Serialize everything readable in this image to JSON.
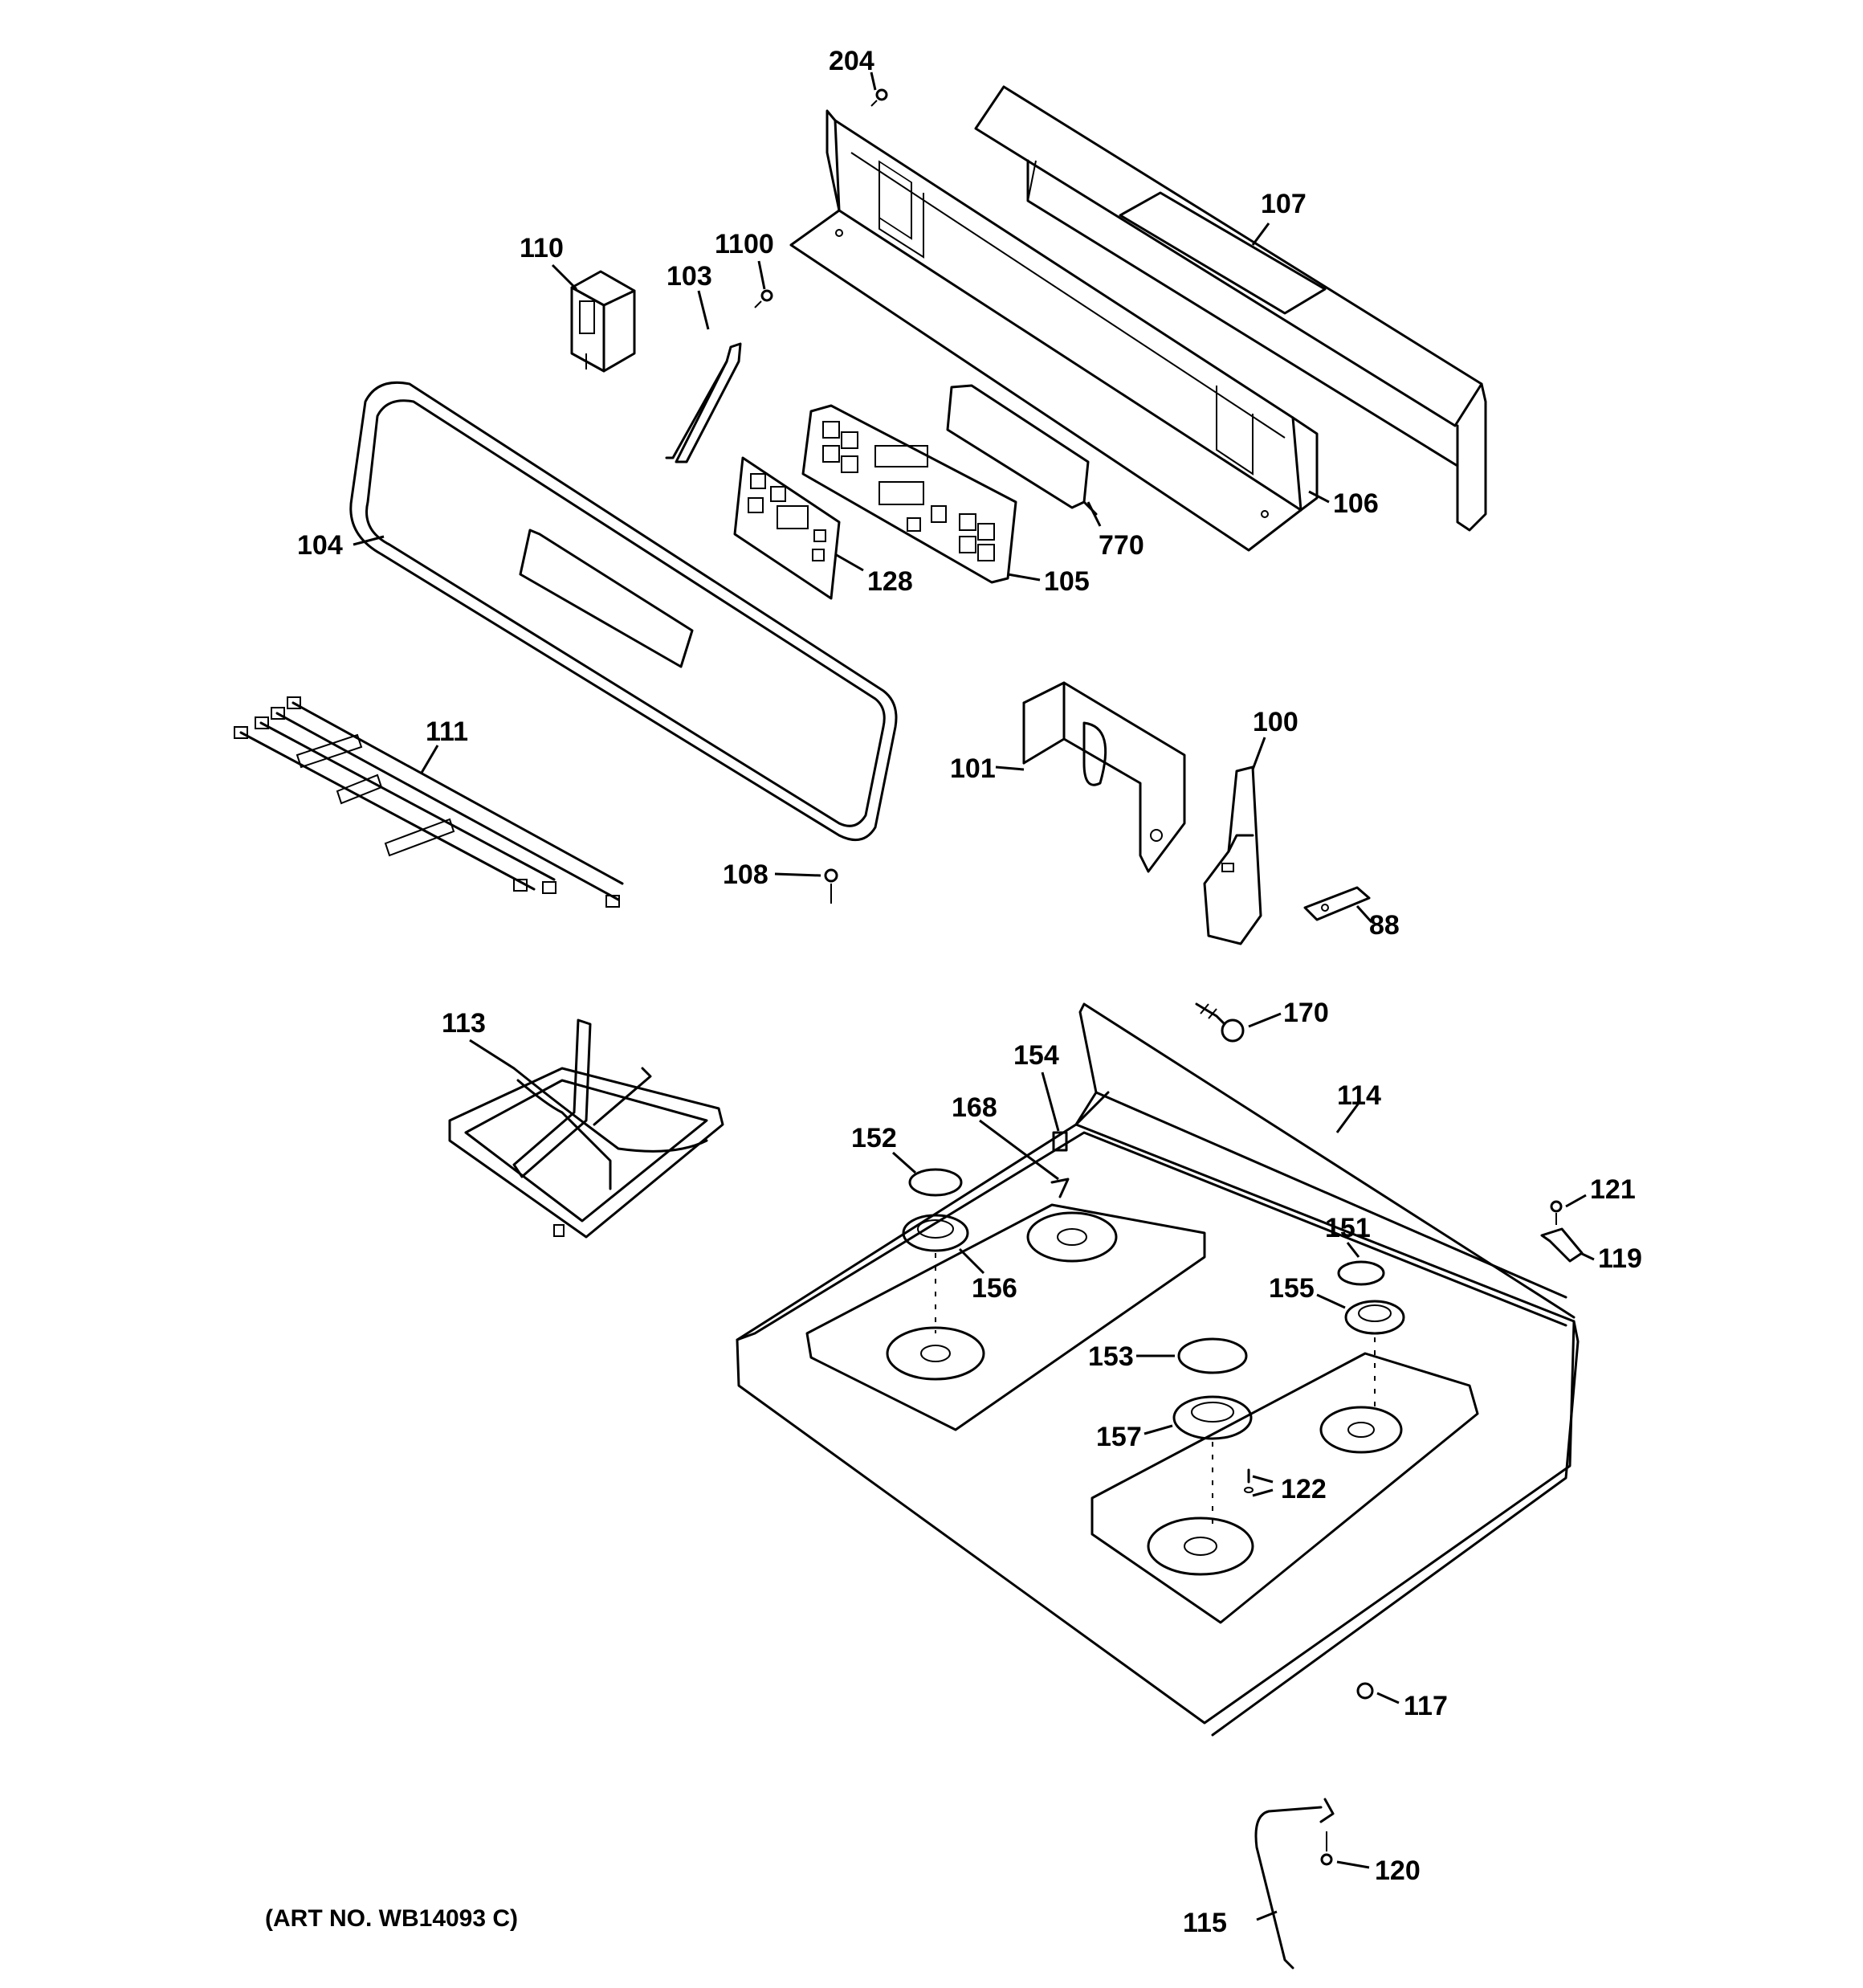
{
  "labels": {
    "p204": "204",
    "p107": "107",
    "p110": "110",
    "p1100": "1100",
    "p103": "103",
    "p104": "104",
    "p128": "128",
    "p105": "105",
    "p770": "770",
    "p106": "106",
    "p111": "111",
    "p101": "101",
    "p100": "100",
    "p108": "108",
    "p88": "88",
    "p113": "113",
    "p170": "170",
    "p154": "154",
    "p114": "114",
    "p168": "168",
    "p152": "152",
    "p121": "121",
    "p151": "151",
    "p156": "156",
    "p119": "119",
    "p155": "155",
    "p153": "153",
    "p157": "157",
    "p122": "122",
    "p117": "117",
    "p120": "120",
    "p115": "115"
  },
  "art_number": "(ART NO. WB14093 C)"
}
